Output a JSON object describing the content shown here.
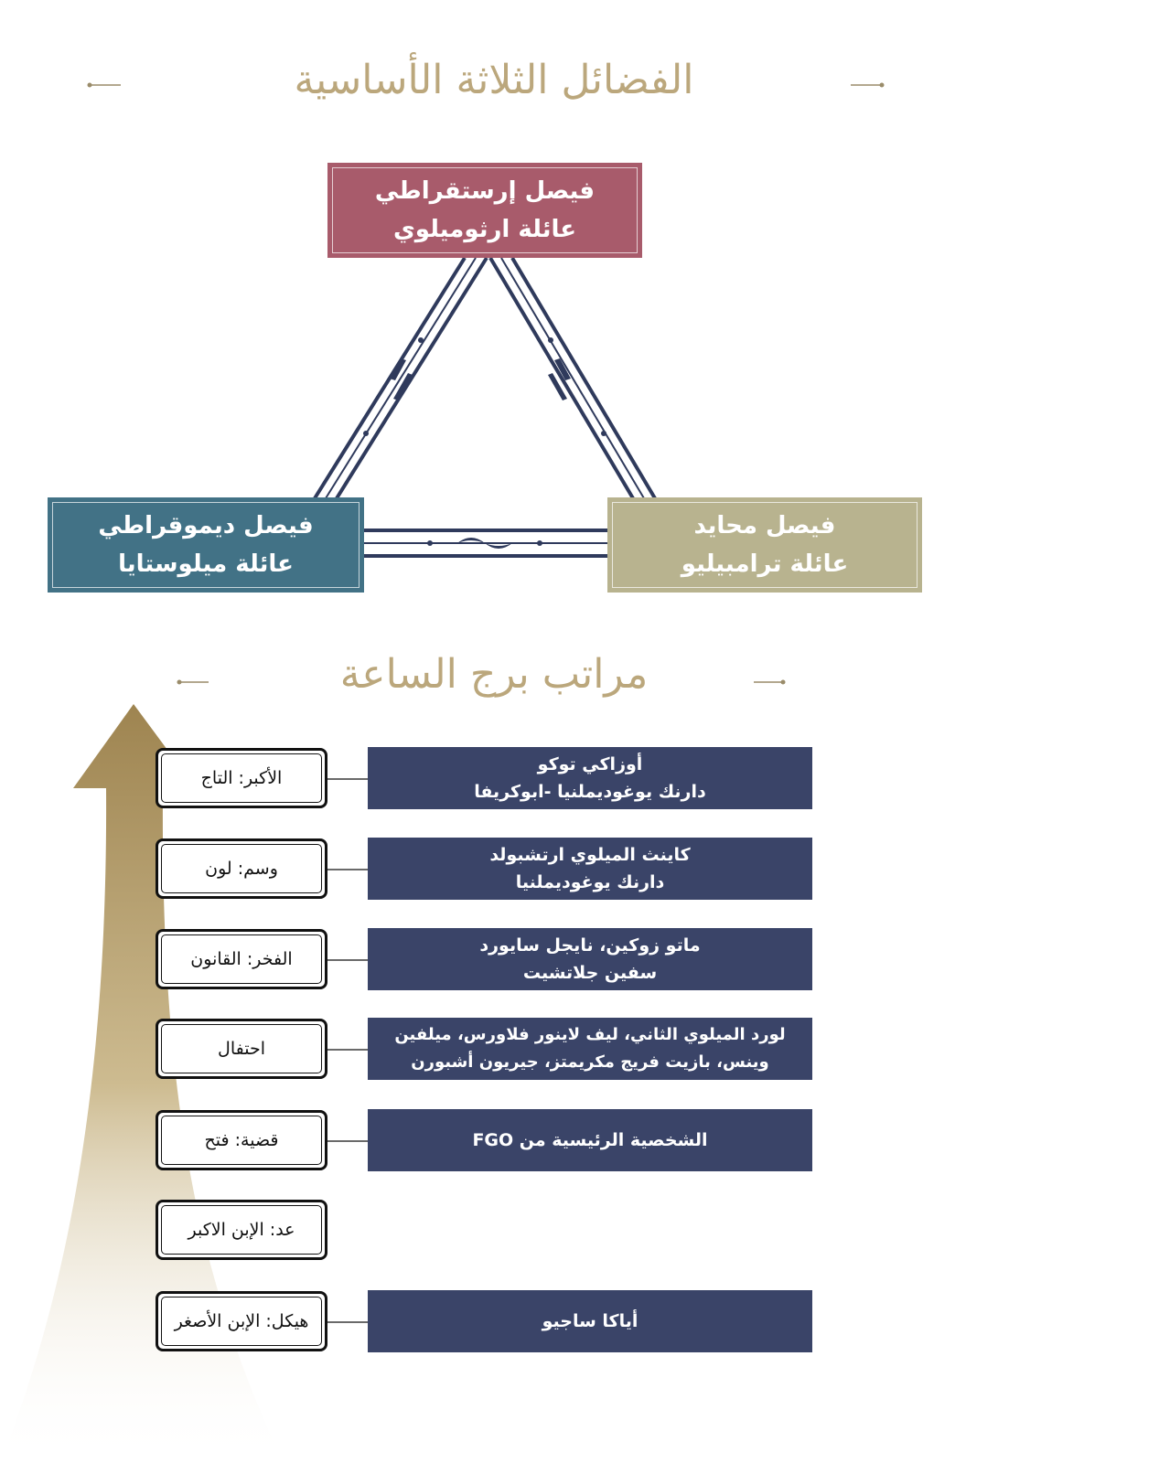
{
  "virtues": {
    "title": "الفضائل الثلاثة الأساسية",
    "factions": [
      {
        "line1": "فيصل إرستقراطي",
        "line2": "عائلة ارثوميلوي",
        "color": "#a85b6b"
      },
      {
        "line1": "فيصل ديموقراطي",
        "line2": "عائلة ميلوستايا",
        "color": "#427286"
      },
      {
        "line1": "فيصل محايد",
        "line2": "عائلة ترامبيليو",
        "color": "#b8b38f"
      }
    ]
  },
  "ranks": {
    "title": "مراتب برج الساعة",
    "items": [
      {
        "rank": "الأكبر: التاج",
        "members": [
          "أوزاكي توكو",
          "دارنك يوغوديملنيا -ابوكريفا"
        ]
      },
      {
        "rank": "وسم: لون",
        "members": [
          "كاينث الميلوي ارتشبولد",
          "دارنك يوغوديملنيا"
        ]
      },
      {
        "rank": "الفخر: القانون",
        "members": [
          "ماتو زوكين، نايجل سايورد",
          "سفين جلاتشيت"
        ]
      },
      {
        "rank": "احتفال",
        "members": [
          "لورد الميلوي الثاني، ليف لاينور فلاورس، ميلفين",
          "وينس، بازيت فريج مكريمتز، جيريون أشبورن"
        ]
      },
      {
        "rank": "قضية: فتح",
        "members": [
          "الشخصية الرئيسية من FGO"
        ]
      },
      {
        "rank": "عد: الإبن الاكبر",
        "members": []
      },
      {
        "rank": "هيكل: الإبن الأصغر",
        "members": [
          "أياكا ساجيو"
        ]
      }
    ]
  },
  "colors": {
    "title": "#bba77c",
    "member_box": "#3a4468",
    "triangle": "#2f3a5c",
    "arrow_top": "#9e8450"
  }
}
